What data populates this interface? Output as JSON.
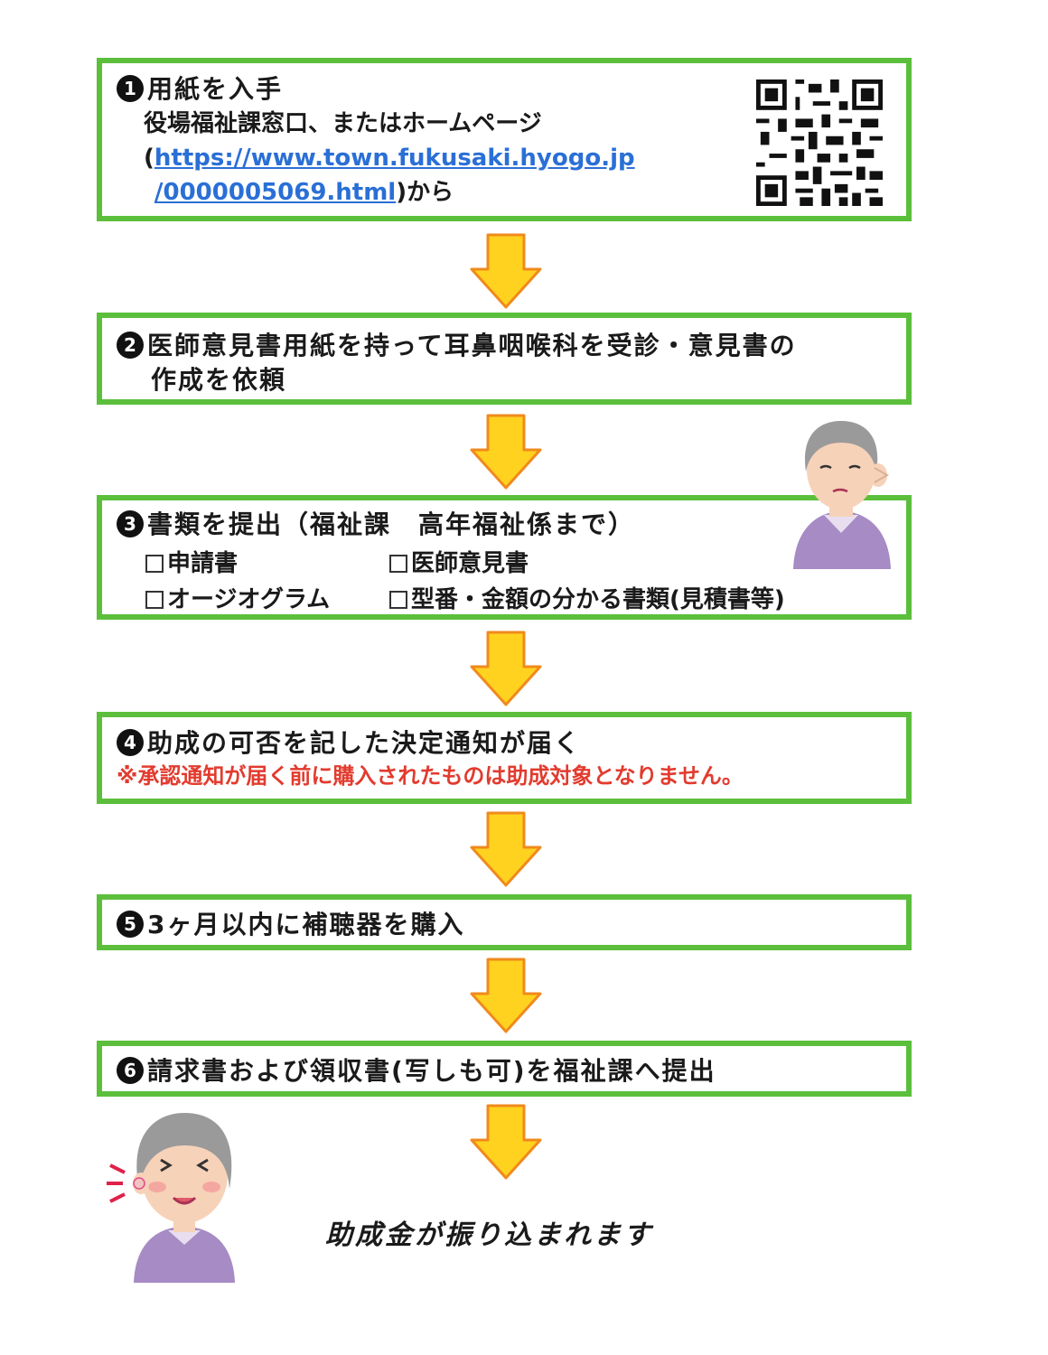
{
  "step1": {
    "num": "1",
    "title": "用紙を入手",
    "line1": "役場福祉課窓口、またはホームページ",
    "paren_open": "(",
    "url_part1": "https://www.town.fukusaki.hyogo.jp",
    "url_part2": "/0000005069.html",
    "suffix": ")から"
  },
  "step2": {
    "num": "2",
    "title": "医師意見書用紙を持って耳鼻咽喉科を受診・意見書の",
    "title2": "作成を依頼"
  },
  "step3": {
    "num": "3",
    "title": "書類を提出（福祉課　高年福祉係まで）",
    "items": [
      "申請書",
      "医師意見書",
      "オージオグラム",
      "型番・金額の分かる書類(見積書等)"
    ]
  },
  "step4": {
    "num": "4",
    "title": "助成の可否を記した決定通知が届く",
    "warning": "※承認通知が届く前に購入されたものは助成対象となりません。"
  },
  "step5": {
    "num": "5",
    "title": "3ヶ月以内に補聴器を購入"
  },
  "step6": {
    "num": "6",
    "title": "請求書および領収書(写しも可)を福祉課へ提出"
  },
  "final_text": "助成金が振り込まれます",
  "colors": {
    "border": "#5cbf3c",
    "arrow_fill": "#ffd21f",
    "arrow_stroke": "#f08a1c",
    "warning": "#e23b2e",
    "link": "#2a6fd6"
  },
  "icons": [
    "qr-code-icon",
    "elderly-hard-of-hearing-illustration",
    "elderly-happy-hearing-illustration",
    "down-arrow-icon"
  ]
}
